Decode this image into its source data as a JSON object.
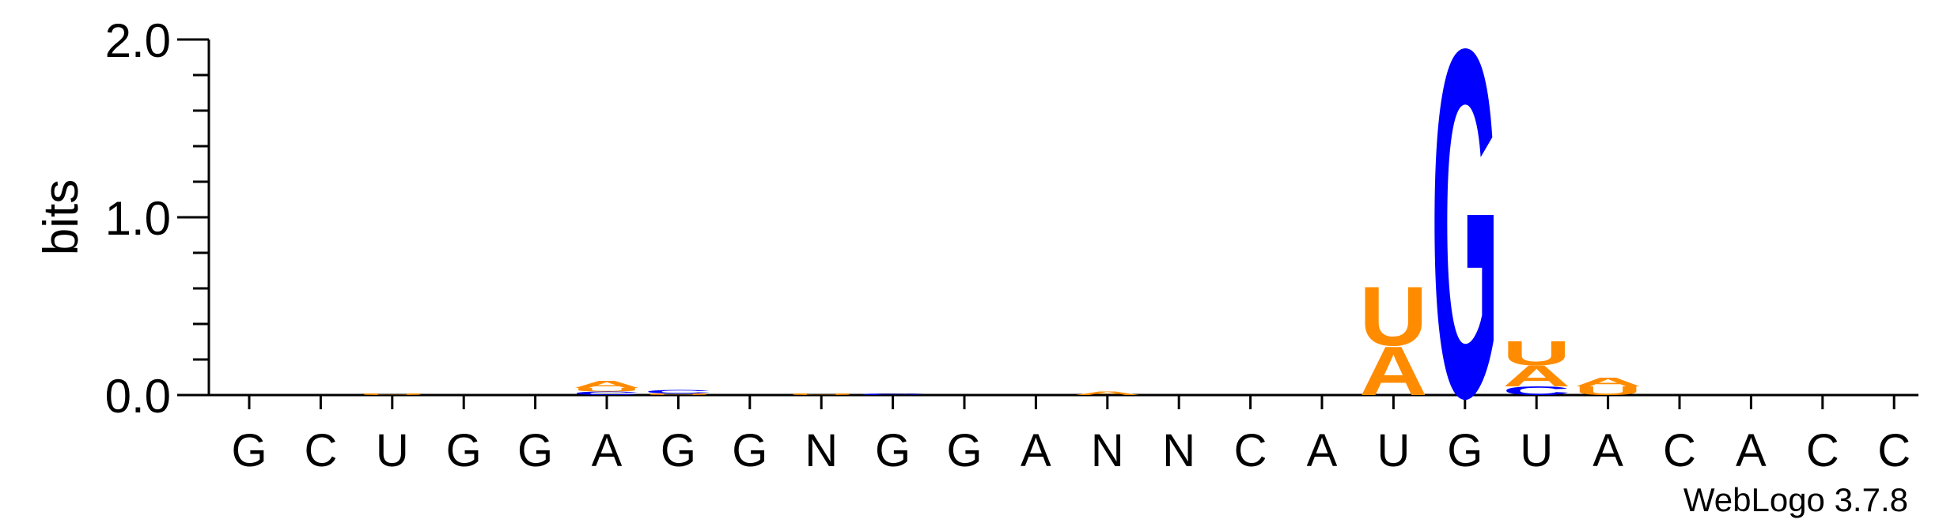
{
  "chart_data": {
    "type": "sequence-logo",
    "ylabel": "bits",
    "ylim": [
      0,
      2.0
    ],
    "yticks": [
      "0.0",
      "1.0",
      "2.0"
    ],
    "credit": "WebLogo 3.7.8",
    "colors": {
      "A": "#ff8c00",
      "U": "#ff8c00",
      "G": "#0000ff",
      "C": "#0000ff"
    },
    "positions": [
      {
        "label": "G",
        "stack": []
      },
      {
        "label": "C",
        "stack": []
      },
      {
        "label": "U",
        "stack": [
          {
            "letter": "U",
            "height": 0.01
          }
        ]
      },
      {
        "label": "G",
        "stack": []
      },
      {
        "label": "G",
        "stack": []
      },
      {
        "label": "A",
        "stack": [
          {
            "letter": "C",
            "height": 0.02
          },
          {
            "letter": "U",
            "height": 0.02
          },
          {
            "letter": "A",
            "height": 0.04
          }
        ]
      },
      {
        "label": "G",
        "stack": [
          {
            "letter": "U",
            "height": 0.01
          },
          {
            "letter": "C",
            "height": 0.02
          }
        ]
      },
      {
        "label": "G",
        "stack": []
      },
      {
        "label": "N",
        "stack": [
          {
            "letter": "U",
            "height": 0.008
          }
        ]
      },
      {
        "label": "G",
        "stack": [
          {
            "letter": "C",
            "height": 0.008
          }
        ]
      },
      {
        "label": "G",
        "stack": []
      },
      {
        "label": "A",
        "stack": []
      },
      {
        "label": "N",
        "stack": [
          {
            "letter": "A",
            "height": 0.02
          }
        ]
      },
      {
        "label": "N",
        "stack": []
      },
      {
        "label": "C",
        "stack": []
      },
      {
        "label": "A",
        "stack": []
      },
      {
        "label": "U",
        "stack": [
          {
            "letter": "A",
            "height": 0.28
          },
          {
            "letter": "U",
            "height": 0.34
          }
        ]
      },
      {
        "label": "G",
        "stack": [
          {
            "letter": "G",
            "height": 2.0
          }
        ]
      },
      {
        "label": "U",
        "stack": [
          {
            "letter": "C",
            "height": 0.05
          },
          {
            "letter": "A",
            "height": 0.12
          },
          {
            "letter": "U",
            "height": 0.14
          }
        ]
      },
      {
        "label": "A",
        "stack": [
          {
            "letter": "U",
            "height": 0.05
          },
          {
            "letter": "A",
            "height": 0.05
          }
        ]
      },
      {
        "label": "C",
        "stack": []
      },
      {
        "label": "A",
        "stack": []
      },
      {
        "label": "C",
        "stack": []
      },
      {
        "label": "C",
        "stack": []
      }
    ]
  }
}
